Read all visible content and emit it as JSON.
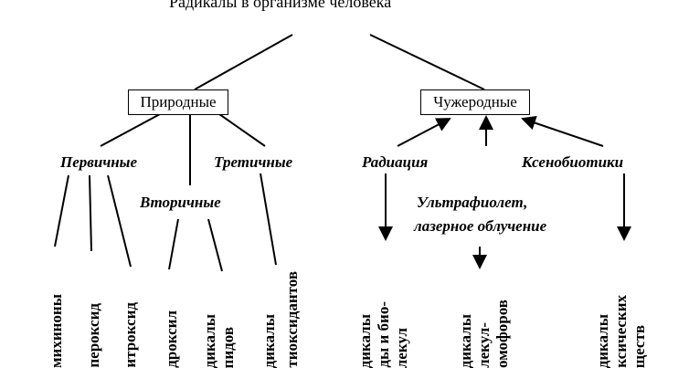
{
  "title": "Радикалы в организме человека",
  "nodes": {
    "natural": "Природные",
    "foreign": "Чужеродные",
    "primary": "Первичные",
    "secondary": "Вторичные",
    "tertiary": "Третичные",
    "radiation": "Радиация",
    "uv_line1": "Ультрафиолет,",
    "uv_line2": "лазерное облучение",
    "xenobiotics": "Ксенобиотики"
  },
  "leaves": [
    [
      "михиноны"
    ],
    [
      "пероксид"
    ],
    [
      "итроксид"
    ],
    [
      "дроксил"
    ],
    [
      "дикалы",
      "пидов"
    ],
    [
      "дикалы",
      "тиоксидантов"
    ],
    [
      "дикалы",
      "ды и био-",
      "лекул"
    ],
    [
      "дикалы",
      "лекул-",
      "омофоров"
    ],
    [
      "дикалы",
      "ксических",
      "ществ"
    ]
  ]
}
